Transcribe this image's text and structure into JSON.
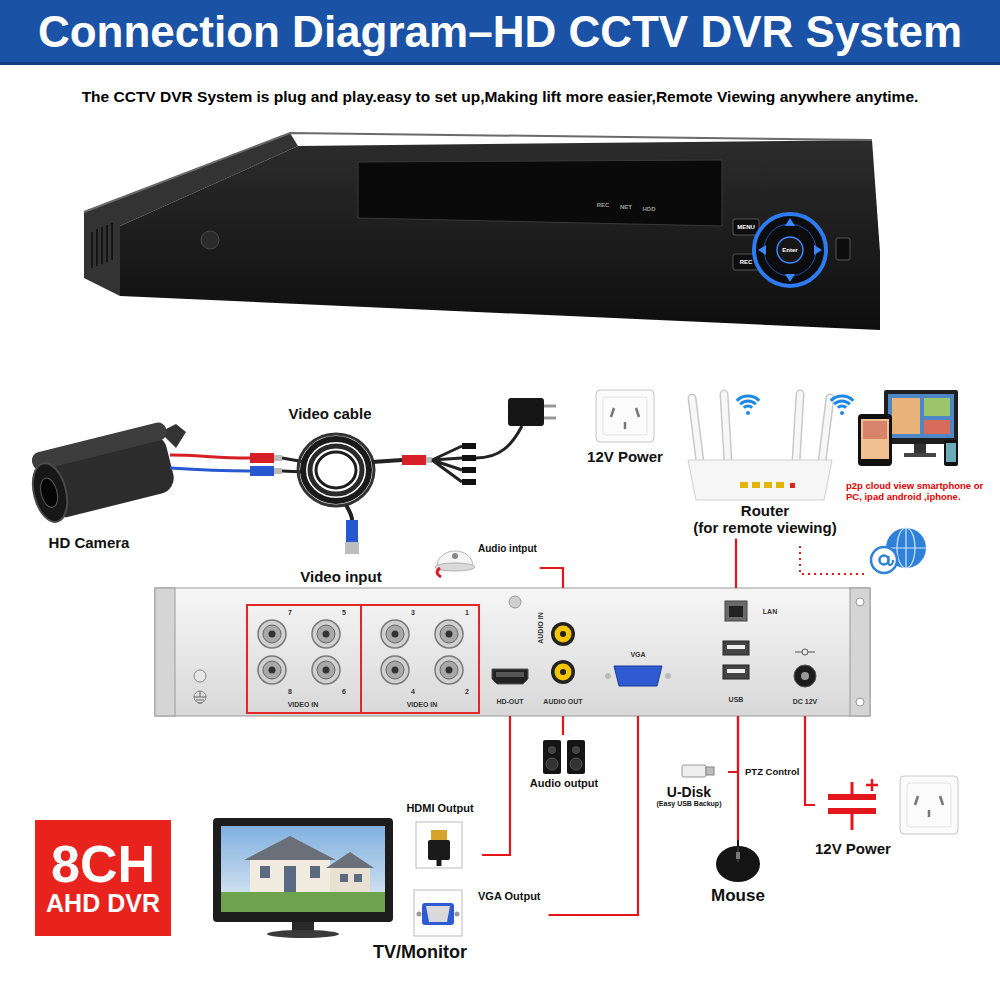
{
  "diagram": {
    "title": "Connection Diagram–HD CCTV DVR System",
    "caption": "The CCTV DVR System is plug and play.easy to set up,Making lift more easier,Remote Viewing anywhere anytime.",
    "nodes": [
      {
        "text": [
          "Router",
          "(for remote viewing)"
        ]
      },
      {
        "text": [
          "Audio intput"
        ]
      },
      {
        "text": [
          "AUDIO IN",
          "AUDIO OUT",
          "HD-OUT",
          "VGA",
          "LAN",
          "USB",
          "DC 12V"
        ]
      },
      {
        "text": [
          "7",
          "5",
          "3",
          "1",
          "8",
          "6",
          "4",
          "2",
          "VIDEO IN",
          "VIDEO IN"
        ],
        "in": 2
      },
      {
        "text": [
          "Audio output"
        ]
      },
      {
        "text": [
          "U-Disk",
          "(Easy USB Backup)"
        ]
      },
      {
        "text": [
          "12V Power"
        ]
      },
      {
        "text": [
          "HDMI Output"
        ]
      },
      {
        "text": [
          "8CH",
          "AHD DVR"
        ]
      },
      {
        "text": [
          "Mouse"
        ]
      },
      {
        "text": [
          "VGA Output"
        ]
      }
    ],
    "edges": [
      {
        "from": 1,
        "to": 2,
        "arrow": "none"
      },
      {
        "from": 0,
        "to": 2,
        "arrow": "none"
      },
      {
        "from": 2,
        "to": 4,
        "arrow": "none"
      },
      {
        "from": 2,
        "to": 7,
        "arrow": "none"
      },
      {
        "from": 2,
        "to": 10,
        "arrow": "none"
      },
      {
        "from": 2,
        "to": 5,
        "arrow": "none"
      },
      {
        "from": 2,
        "to": 9,
        "label": "PTZ Control",
        "arrow": "none"
      },
      {
        "from": 2,
        "to": 6,
        "arrow": "none"
      }
    ],
    "labels": [
      "REC",
      "NET",
      "HDD",
      "MENU",
      "REC",
      "Enter",
      "Video cable",
      "12V Power",
      "HD Camera",
      "Video input",
      "p2p cloud view smartphone or PC, ipad android ,iphone.",
      "TV/Monitor"
    ]
  }
}
